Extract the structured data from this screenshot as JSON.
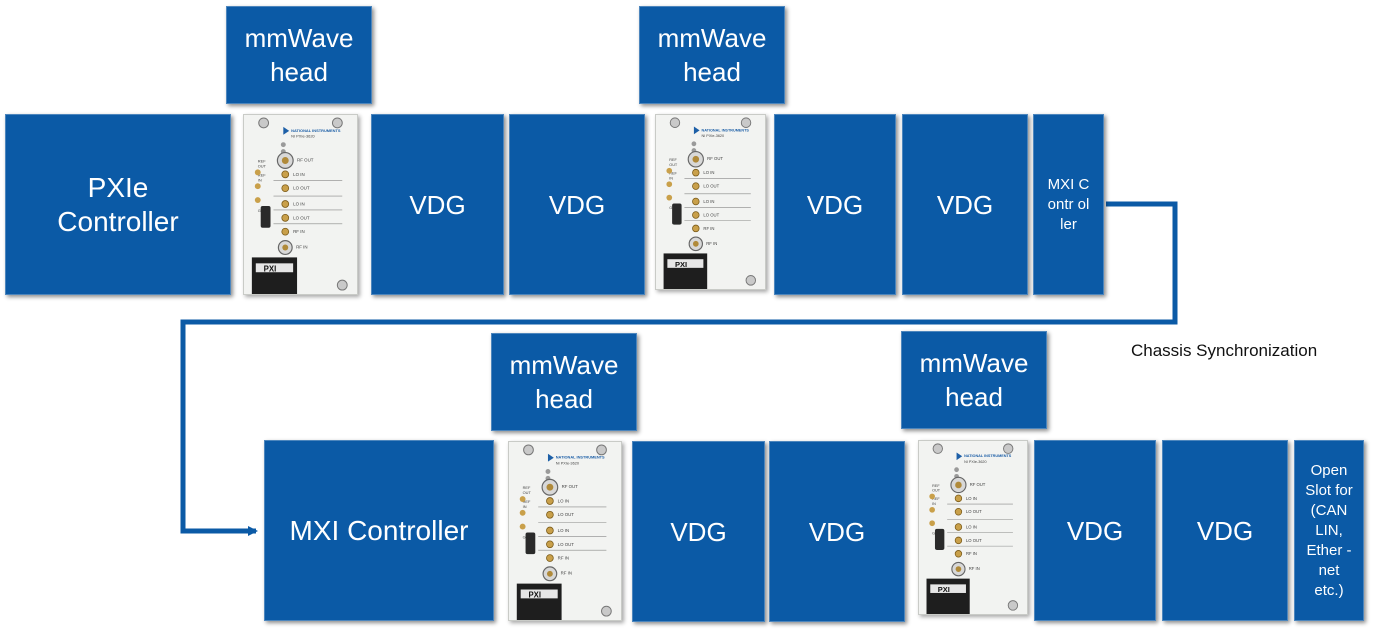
{
  "diagram": {
    "labels": {
      "mmwave_head": "mmWave head",
      "vdg": "VDG",
      "pxie_controller": "PXIe Controller",
      "mxi_controller_small": "MXI Contr oller",
      "mxi_controller_big": "MXI Controller",
      "open_slot": "Open Slot for (CAN LIN, Ether -net etc.)",
      "chassis_sync": "Chassis Synchronization"
    },
    "module": {
      "brand": "NATIONAL INSTRUMENTS",
      "model": "NI PXIe-3620",
      "ports": [
        "RF OUT",
        "LO IN",
        "LO OUT",
        "LO IN",
        "LO OUT",
        "RF IN"
      ],
      "side_labels": [
        "REF",
        "OUT",
        "REF",
        "IN",
        "GND"
      ],
      "badge": "PXI"
    },
    "colors": {
      "box_fill": "#0b5aa6",
      "box_border": "#4d86bd",
      "link": "#0b5aa6"
    }
  }
}
